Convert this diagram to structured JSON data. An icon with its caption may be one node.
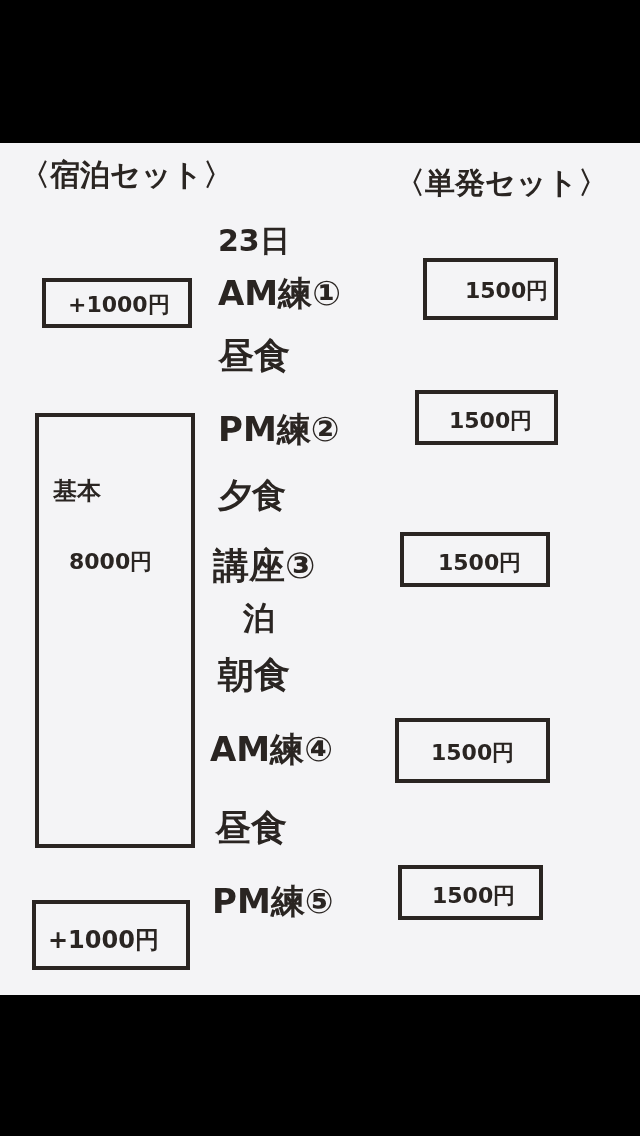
{
  "diagram": {
    "nodes": [
      {
        "text": [
          "+1000円"
        ]
      },
      {
        "text": [
          "1500円"
        ]
      },
      {
        "text": [
          "基本",
          "8000円"
        ]
      },
      {
        "text": [
          "1500円"
        ]
      },
      {
        "text": [
          "1500円"
        ]
      },
      {
        "text": [
          "1500円"
        ]
      },
      {
        "text": [
          "+1000円"
        ]
      },
      {
        "text": [
          "1500円"
        ]
      }
    ],
    "edges": [],
    "labels": [
      "〈宿泊セット〉",
      "〈単発セット〉",
      "23日",
      "AM練①",
      "昼食",
      "PM練②",
      "夕食",
      "講座③",
      "泊",
      "朝食",
      "AM練④",
      "昼食",
      "PM練⑤"
    ]
  }
}
